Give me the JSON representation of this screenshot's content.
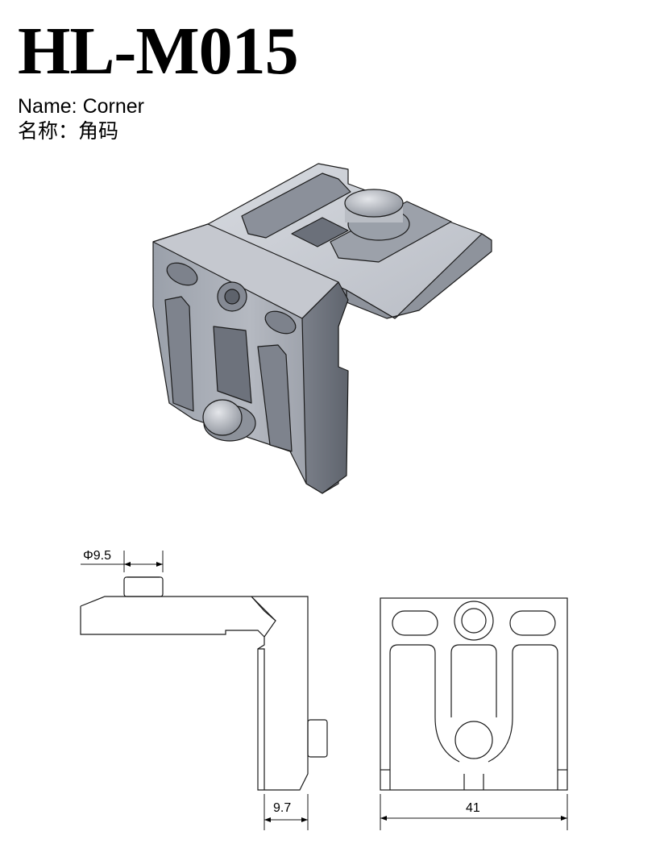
{
  "header": {
    "model": "HL-M015",
    "name_en": "Name: Corner",
    "name_cn": "名称：角码"
  },
  "dimensions": {
    "pin_diameter": "Φ9.5",
    "side_width": "9.7",
    "front_width": "41"
  },
  "colors": {
    "metal_light": "#c9ccd3",
    "metal_mid": "#a9adb6",
    "metal_dark": "#6e737d",
    "outline": "#1a1a1a"
  }
}
